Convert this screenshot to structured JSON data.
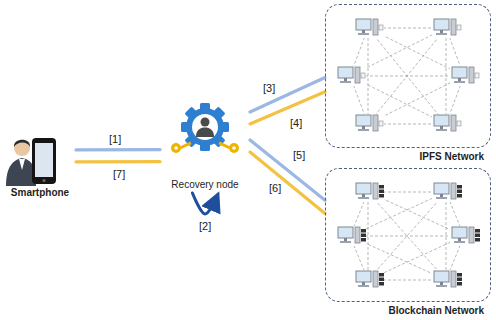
{
  "diagram": {
    "nodes": [
      {
        "text": [
          "Smartphone"
        ]
      },
      {
        "text": [
          "Recovery node"
        ]
      },
      {
        "text": [
          "IPFS Network"
        ]
      },
      {
        "text": [
          "Blockchain Network"
        ]
      }
    ],
    "edges": [
      {
        "from": 0,
        "to": 1,
        "label": "[1]",
        "arrow": "none"
      },
      {
        "from": 1,
        "to": 1,
        "label": "[2]",
        "arrow": "to"
      },
      {
        "from": 1,
        "to": 2,
        "label": "[3]",
        "arrow": "none"
      },
      {
        "from": 2,
        "to": 1,
        "label": "[4]",
        "arrow": "none"
      },
      {
        "from": 1,
        "to": 3,
        "label": "[5]",
        "arrow": "none"
      },
      {
        "from": 3,
        "to": 1,
        "label": "[6]",
        "arrow": "none"
      },
      {
        "from": 1,
        "to": 0,
        "label": "[7]",
        "arrow": "none"
      }
    ]
  }
}
